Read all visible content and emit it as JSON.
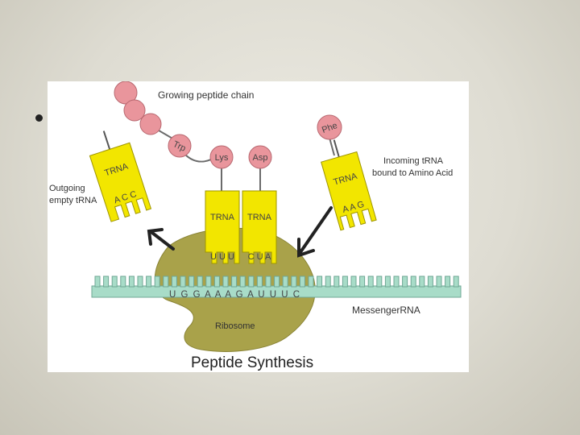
{
  "slide": {
    "bullet_text": ""
  },
  "diagram": {
    "title": "Peptide Synthesis",
    "labels": {
      "growing_chain": "Growing peptide chain",
      "incoming_line1": "Incoming tRNA",
      "incoming_line2": "bound to Amino Acid",
      "outgoing_line1": "Outgoing",
      "outgoing_line2": "empty tRNA",
      "mrna": "MessengerRNA",
      "ribosome": "Ribosome"
    },
    "amino_acids": {
      "trp": "Trp",
      "lys": "Lys",
      "asp": "Asp",
      "phe": "Phe"
    },
    "trna_label": "TRNA",
    "codons": {
      "outgoing_anticodon": "A C C",
      "lys_anticodon": "U U U",
      "asp_anticodon": "C U A",
      "incoming_anticodon": "A A G",
      "mrna_sequence": "U G G A A A G A U U U C"
    },
    "colors": {
      "trna_fill": "#f2e600",
      "amino_acid_fill": "#e9959c",
      "ribosome_fill": "#a9a24a",
      "mrna_fill": "#a8dcc8"
    }
  }
}
